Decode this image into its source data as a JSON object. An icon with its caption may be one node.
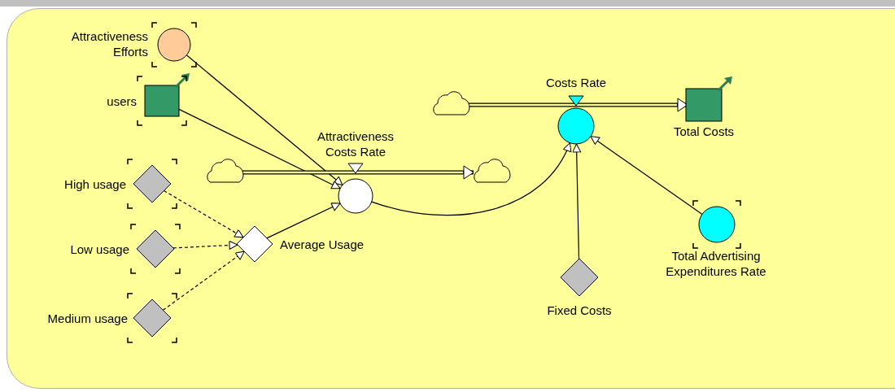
{
  "diagram": {
    "nodes": [
      {
        "text": [
          "Attractiveness Efforts"
        ]
      },
      {
        "text": [
          "users"
        ]
      },
      {
        "text": [
          "High usage"
        ]
      },
      {
        "text": [
          "Low usage"
        ]
      },
      {
        "text": [
          "Medium usage"
        ]
      },
      {
        "text": [],
        "shape": "cloud"
      },
      {
        "text": [
          "Attractiveness Costs Rate"
        ]
      },
      {
        "text": [],
        "shape": "cloud"
      },
      {
        "text": [
          "Average Usage"
        ]
      },
      {
        "text": [],
        "shape": "cloud"
      },
      {
        "text": [
          "Costs Rate"
        ]
      },
      {
        "text": [
          "Total Costs"
        ]
      },
      {
        "text": [
          "Total Advertising Expenditures Rate"
        ]
      },
      {
        "text": [
          "Fixed Costs"
        ]
      }
    ],
    "edges": [
      {
        "from": 0,
        "to": 6,
        "arrow": "to"
      },
      {
        "from": 1,
        "to": 6,
        "arrow": "to"
      },
      {
        "from": 2,
        "to": 8,
        "arrow": "to",
        "style": "dashed"
      },
      {
        "from": 3,
        "to": 8,
        "arrow": "to",
        "style": "dashed"
      },
      {
        "from": 4,
        "to": 8,
        "arrow": "to",
        "style": "dashed"
      },
      {
        "from": 8,
        "to": 6,
        "arrow": "to"
      },
      {
        "from": 5,
        "to": 7,
        "arrow": "to",
        "style": "thick"
      },
      {
        "from": 6,
        "to": 10,
        "arrow": "to"
      },
      {
        "from": 9,
        "to": 11,
        "arrow": "to",
        "style": "thick"
      },
      {
        "from": 13,
        "to": 10,
        "arrow": "to"
      },
      {
        "from": 12,
        "to": 10,
        "arrow": "to"
      }
    ]
  }
}
